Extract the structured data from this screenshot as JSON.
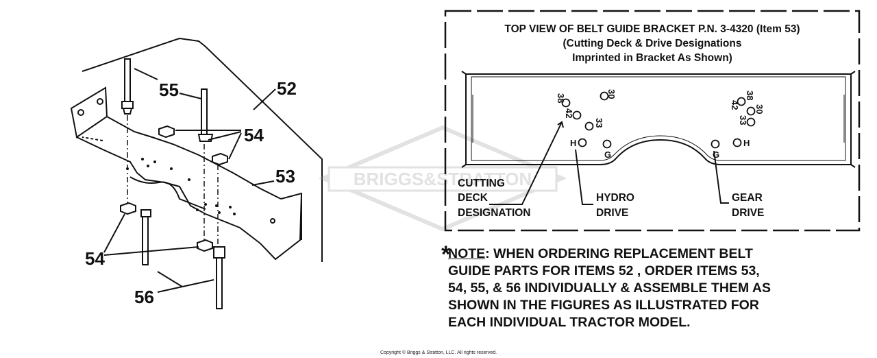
{
  "exploded_view": {
    "callouts": {
      "c52": "52",
      "c53": "53",
      "c54_top": "54",
      "c54_bottom": "54",
      "c55": "55",
      "c56": "56"
    }
  },
  "bracket_top_view": {
    "title_lines": [
      "TOP VIEW OF BELT GUIDE BRACKET P.N. 3-4320 (Item 53)",
      "(Cutting Deck & Drive Designations",
      "Imprinted in Bracket As Shown)"
    ],
    "hole_marks": {
      "left_38": "38",
      "left_42": "42",
      "left_30": "30",
      "left_33": "33",
      "left_h": "H",
      "left_g": "G",
      "right_38": "38",
      "right_30": "30",
      "right_42": "42",
      "right_33": "33",
      "right_h": "H",
      "right_g": "G"
    },
    "labels": {
      "cutting_deck": [
        "CUTTING",
        "DECK",
        "DESIGNATION"
      ],
      "hydro_drive": [
        "HYDRO",
        "DRIVE"
      ],
      "gear_drive": [
        "GEAR",
        "DRIVE"
      ]
    }
  },
  "note": {
    "star": "*",
    "prefix": "NOTE",
    "lines": [
      ":  WHEN ORDERING REPLACEMENT BELT",
      "GUIDE PARTS FOR ITEMS 52 , ORDER ITEMS 53,",
      "54, 55, & 56 INDIVIDUALLY & ASSEMBLE THEM AS",
      "SHOWN IN THE FIGURES AS ILLUSTRATED FOR",
      "EACH INDIVIDUAL TRACTOR MODEL."
    ]
  },
  "watermark": "BRIGGS&STRATTON",
  "copyright": "Copyright © Briggs & Stratton, LLC. All rights reserved."
}
